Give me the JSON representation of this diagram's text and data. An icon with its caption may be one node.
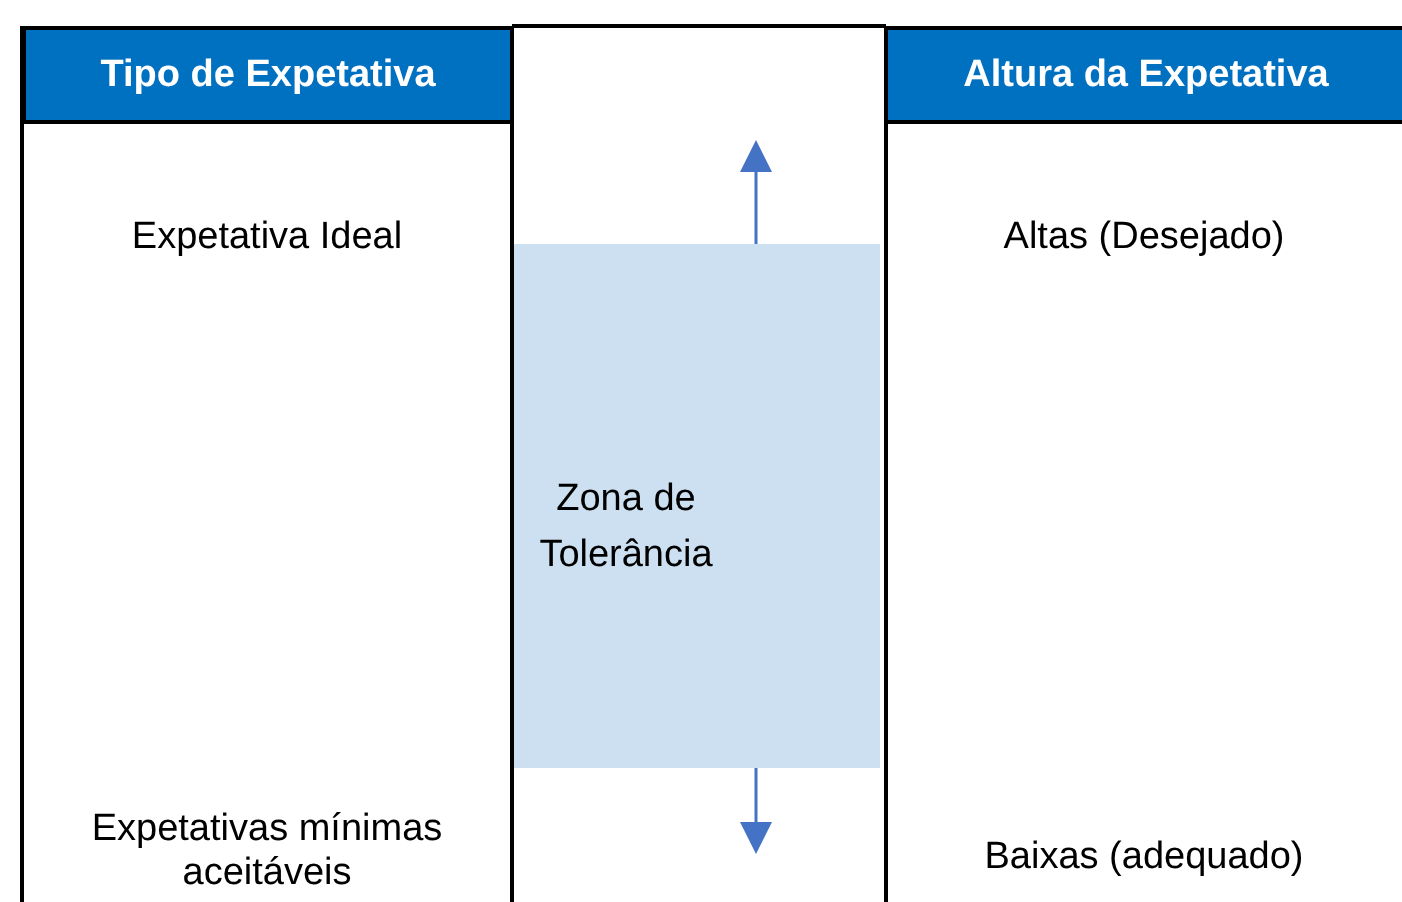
{
  "diagram": {
    "nodes": [
      {
        "text": [
          "Tipo de Expetativa"
        ]
      },
      {
        "text": [
          "Altura da Expetativa"
        ]
      },
      {
        "text": [
          "Zona de Tolerância"
        ]
      }
    ],
    "labels": [
      "Expetativa Ideal",
      "Altas (Desejado)",
      "Expetativas mínimas aceitáveis",
      "Baixas (adequado)"
    ]
  }
}
